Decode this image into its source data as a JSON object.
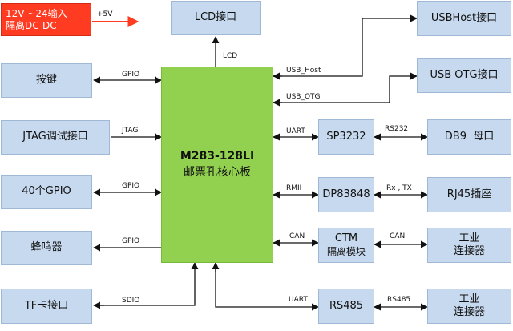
{
  "power": {
    "line1": "12V ~24输入",
    "line2": "隔离DC-DC",
    "out_label": "+5V"
  },
  "core": {
    "line1": "M283-128LI",
    "line2": "邮票孔核心板"
  },
  "left_blocks": [
    {
      "label": "按键",
      "bus": "GPIO"
    },
    {
      "label": "JTAG调试接口",
      "bus": "JTAG"
    },
    {
      "label": "40个GPIO",
      "bus": "GPIO"
    },
    {
      "label": "蜂鸣器",
      "bus": "GPIO"
    },
    {
      "label": "TF卡接口",
      "bus": "SDIO"
    }
  ],
  "top": {
    "label": "LCD接口",
    "bus": "LCD"
  },
  "right_top": [
    {
      "label": "USBHost接口",
      "bus": "USB_Host"
    },
    {
      "label": "USB OTG接口",
      "bus": "USB_OTG"
    }
  ],
  "middle": [
    {
      "line1": "SP3232",
      "line2": "",
      "bus_in": "UART",
      "bus_out": "RS232"
    },
    {
      "line1": "DP83848",
      "line2": "",
      "bus_in": "RMII",
      "bus_out": "Rx , TX"
    },
    {
      "line1": "CTM",
      "line2": "隔离模块",
      "bus_in": "CAN",
      "bus_out": "CAN"
    },
    {
      "line1": "RS485",
      "line2": "",
      "bus_in": "UART",
      "bus_out": "RS485"
    }
  ],
  "right_blocks": [
    {
      "line1": "DB9  母口",
      "line2": ""
    },
    {
      "line1": "RJ45插座",
      "line2": ""
    },
    {
      "line1": "工业",
      "line2": "连接器"
    },
    {
      "line1": "工业",
      "line2": "连接器"
    }
  ],
  "colors": {
    "box_fill": "#c6d9ee",
    "core_fill": "#92d050",
    "power_fill": "#ff3b21",
    "wire": "#111111"
  }
}
